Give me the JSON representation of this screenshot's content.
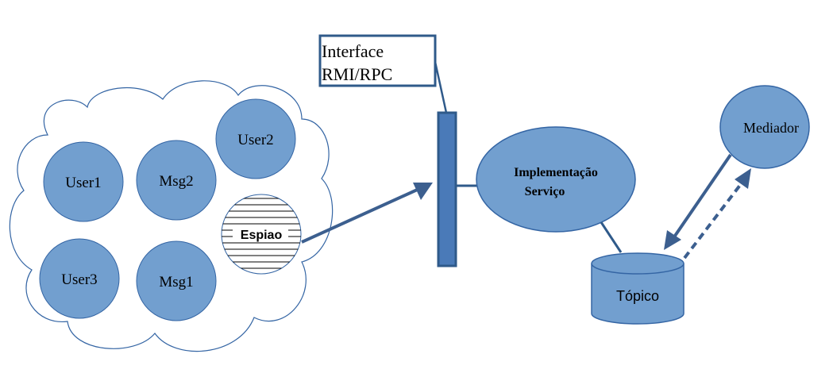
{
  "colors": {
    "node_fill": "#729fcf",
    "node_stroke": "#3465a4",
    "arrow": "#3c5f8f",
    "bar_fill": "#4a7ab8",
    "box_stroke": "#2f5a8a"
  },
  "cloud": {
    "nodes": {
      "user1": "User1",
      "msg2": "Msg2",
      "user2": "User2",
      "user3": "User3",
      "msg1": "Msg1",
      "espiao": "Espiao"
    }
  },
  "interface_box": {
    "line1": "Interface",
    "line2": "RMI/RPC"
  },
  "implementation": {
    "line1": "Implementação",
    "line2": "Serviço"
  },
  "topico": "Tópico",
  "mediador": "Mediador"
}
